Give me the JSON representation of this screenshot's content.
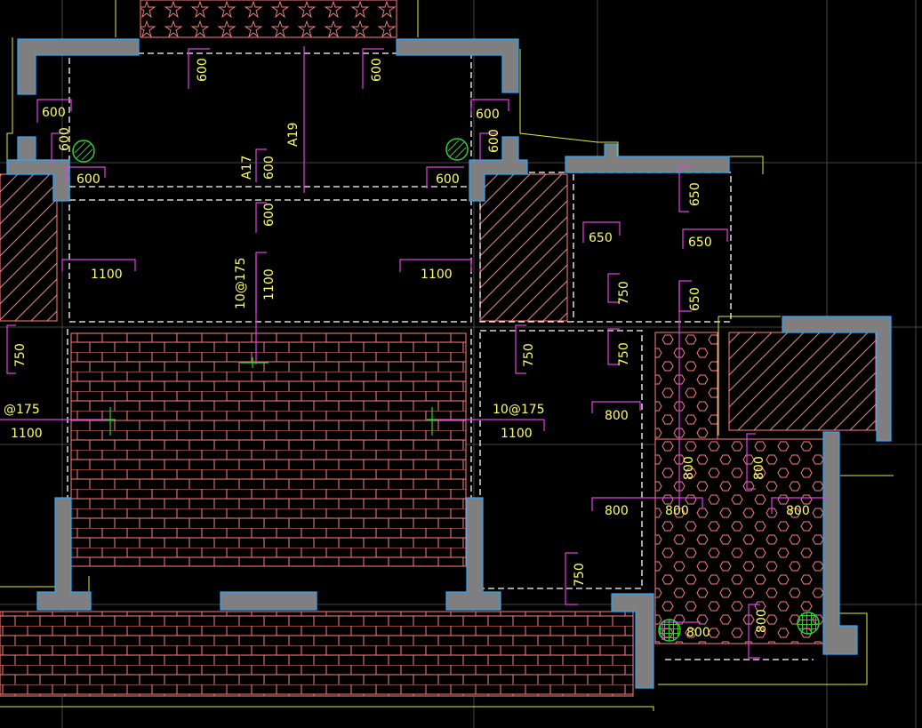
{
  "drawing": {
    "background": "#000000",
    "colors": {
      "dimension_text": "#ffff66",
      "dimension_leader": "#e040e0",
      "wall_fill": "#7f7f7f",
      "wall_outline": "#2aa8ff",
      "tile_hatch": "#ff7f7f",
      "hex_hatch": "#ff7f7f",
      "diagonal_hatch": "#ff7f7f",
      "dashed_outline": "#ffffff",
      "drain_symbol": "#33cc33"
    },
    "labels": {
      "d600_top_left": "600",
      "d600_top_right": "600",
      "d600_a": "600",
      "d600_b": "600",
      "d600_c": "600",
      "d600_d": "600",
      "d600_e": "600",
      "d600_f": "600",
      "d600_center_1": "600",
      "d600_center_2": "600",
      "a17": "A17",
      "a19": "A19",
      "d1100_left": "1100",
      "d1100_right": "1100",
      "d1100_center": "1100",
      "rebar_center": "10@175",
      "d650_1": "650",
      "d650_2": "650",
      "d650_3": "650",
      "d650_4": "650",
      "d750_left": "750",
      "d750_mid": "750",
      "d750_a": "750",
      "d750_b": "750",
      "d750_bottom": "750",
      "rebar_left": "@175",
      "d1100_left2": "1100",
      "rebar_mid": "10@175",
      "d1100_mid2": "1100",
      "d800_1": "800",
      "d800_2": "800",
      "d800_3": "800",
      "d800_4": "800",
      "d800_5": "800",
      "d800_6": "800",
      "d800_7": "800",
      "d800_8": "800"
    }
  }
}
